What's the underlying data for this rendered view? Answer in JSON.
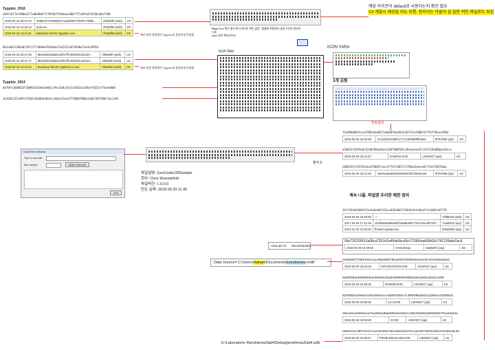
{
  "typpkin_2018": {
    "title": "Typpkin_2018",
    "hash1": "e69fc8774c960b3271a0b0b0ff1f8f0b74f8baec60b7f7fa8f4df3a50cb6ef360",
    "table1": [
      {
        "date": "2018-03-15 20:47:02",
        "name": "4698c3774c960b3271ad3050f71f87bc749bb…",
        "rating": "29/ab0f0 (web)",
        "lang": "US"
      },
      {
        "date": "2018-03-15 14:26:14",
        "name": "dub.exe",
        "rating": "0f4a0f90 (web)",
        "lang": "FR"
      },
      {
        "date": "2018-03-15 14:21:41",
        "name": "Backdoor.Win32.Typpkin.Love",
        "rating": "0f4a0f90 (web)",
        "lang": "FR"
      }
    ],
    "note1": "최초 발견 파일명이 Typpkin과 동일하게 작성됨",
    "hash2": "8b2ed82118ba6119f17ff4b8de914ddae7c0221318f46d0a7ee4a28954",
    "table2": [
      {
        "date": "2018-03-15 20:47:39",
        "name": "8b2ed82118ba6119f17ff140bcb914dcba7…",
        "rating": "29/ab0f0 (web)",
        "lang": "US"
      },
      {
        "date": "2018-03-15 20:47:17",
        "name": "8b2ed82118ba6119f17ff140bcb914dcba7…",
        "rating": "29/ab0f0 (web)",
        "lang": "US"
      },
      {
        "date": "2018-03-15 14:23:12",
        "name": "Backdoor.Win32.TypkinD4.4.exe",
        "rating": "0f4a0f90 (web)",
        "lang": "FR"
      }
    ],
    "note2": "최초 발견 파일명이 Typpkin과 동일하게 작성됨"
  },
  "typpkin_2014": {
    "title": "Typpkin_2014",
    "hash1": "bb70fe2b08023f208911b5a0c8e66cc9ec3a8c3e31c5642a3c0bef4822af7b3ee060",
    "hash2": "161665325c60f2f204110e8b4e8ebcc40ee22eeaf7f80bf9884cbd6f20f980f1dcc445"
  },
  "top_right": {
    "line1": "해당 아이콘이 default로 사용되는지 확인 필요",
    "line2": "C# 개발시 제공될 지도 모름. 정지되는 아들이 갑 일반 적인 파일로도 보임",
    "flow_text": "Flow 확인 결과 특이 데이터 확인 없음 : 흥행에 적용해서 흐름 으로만 정보만 나옴",
    "flow_text2": "base 정보 확보되어서"
  },
  "icon_hex": {
    "title": "icon hex"
  },
  "icon_yara": {
    "title": "ICON YARA"
  },
  "hunting": {
    "title": "3개 김핑",
    "result": "헌팅결과"
  },
  "hunt_results": [
    {
      "hash": "f5a986880f4ced7d85e6e0827d4db0fbdd2b2c0375cb1508f4ff92f78eeaf90d",
      "date": "2018-03-29 15:40:48",
      "name": "5ccb48cfca350c17c7cc5d459f9fc96ec",
      "rating": "f67b7665 (api)",
      "lang": "US"
    },
    {
      "hash": "a3b023f28f8e8c62d0f68ae0ebc2687900f85cd9eeeb1a25c5df219e806de19ece",
      "date": "2018-03-29 15:41:57",
      "name": "SAMPLE.EXE",
      "rating": "c4020027 (api)",
      "lang": "US"
    },
    {
      "hash": "e860531f1f87b2eb42f0687ceec3774f52057c178bad2aeee0717b2f20f5bda",
      "date": "2018-03-29 15:41:04",
      "name": "6dc81a5a0e8429248520f2720e921e8",
      "rating": "f67b7665 (api)",
      "lang": "US"
    }
  ],
  "continue": "계속 나올. 파일명 추리한 애한 정리",
  "small_table": {
    "hash": "161ff6d4e5064f21e4e6e0d1161ce4d2e0d3f32b6e2bfe6da2fe14d01cb57f8",
    "rows": [
      {
        "date": "2018-03-29 15:30:50",
        "name": "—",
        "rating": "73f88c8d (web)",
        "lang": "US"
      },
      {
        "date": "2017-04-26 17:41:35",
        "name": "161ffa646a09d40d7a5a6b0d07787c4bccd8703f…",
        "rating": "71aab0c0 (api)",
        "lang": "US"
      },
      {
        "date": "2014-12-20 12:20:34",
        "name": "fhmpvh-upload.exe",
        "rating": "02820960 (api)",
        "lang": "US"
      }
    ]
  },
  "code_window": {
    "title": "CodeGen Window",
    "field1": "Text to encode:",
    "field2": "Bar weight:",
    "btn": "Make barcode",
    "exit": "Exit"
  },
  "file_info": {
    "l1": "파일설명: GenCode128Sample",
    "l2": "회사: Chris Wuestefeld",
    "l3": "파일버전: 1.0.0.0",
    "l4": "만든 날짜: 2018.03.29 11:30"
  },
  "mid_note": "항지 0",
  "long_hash1": "59e72f210f101a08ca7251b2a46da0bcd3e172966eab58d1b1781226bde2ac8",
  "long_row1": {
    "date": "2018-03-29 15:49:02",
    "name": "b7e5c0wQx",
    "rating": "8ad9af72 (api)",
    "lang": "DE"
  },
  "anti_box": {
    "a": "AhnLab-V3",
    "b": "Win32/Neshta"
  },
  "datasource": {
    "prefix": "Data Source= C:\\Users\\",
    "user": "Adnan",
    "mid": "\\Documents\\",
    "file": "Estudiantes",
    "ext": ".mdb\""
  },
  "bottom_hashes": [
    {
      "hash": "2ed6fa97f7d924481cac29d458578ba20810469fafaea422fccb2f2a5ada51",
      "date": "2018-03-29 15:53:18",
      "name": "ESTUDIANTES.EXE",
      "rating": "c4020027 (api)",
      "lang": "US"
    },
    {
      "hash": "6a80f38ae089f84f5ae0562be25db46b93f0e8fb53a643601a943ccef6f",
      "date": "2018-03-29 15:58:35",
      "name": "NANDEP.EXE",
      "rating": "c4020027 (api)",
      "lang": "US"
    },
    {
      "hash": "62090bb42f95acf1842ebb1eccdd9f1f5b0c7c399f09bdb5312290ac10dfff82d",
      "date": "2018-03-29 15:58:45",
      "name": "4.4.2.EXE",
      "rating": "c4020027 (api)",
      "lang": "US"
    },
    {
      "hash": "261ee0ca9406cea7ba284ad6ab682e6d183ccc8bcf6af83a3692b0b701a16af4a",
      "date": "2018-03-29 15:58:48",
      "name": "4.EXE",
      "rating": "c4020027 (api)",
      "lang": "US"
    },
    {
      "hash": "e08e313c38ff72e27ccec9246d73be43ed3157f1c1ed4873636c9b22410deedc35",
      "date": "2018-03-29 15:58:47",
      "name": "PROBLEMA2LAB4.EXE",
      "rating": "c4020027 (api)",
      "lang": "US"
    }
  ],
  "final_path": "E:\\Laboratorio 4\\problema2lab4\\Debug\\problema2lab4.pdb"
}
